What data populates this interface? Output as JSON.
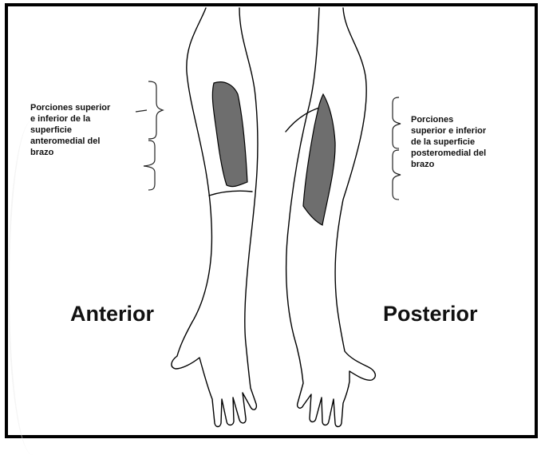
{
  "labels": {
    "anterior_note": "Porciones superior\ne inferior de la\nsuperficie\nanteromedial del\nbrazo",
    "posterior_note": "Porciones\nsuperior e inferior\nde la superficie\nposteromedial del\nbrazo",
    "anterior": "Anterior",
    "posterior": "Posterior"
  },
  "colors": {
    "shade": "#6e6e6e",
    "outline": "#000000",
    "background": "#ffffff"
  }
}
